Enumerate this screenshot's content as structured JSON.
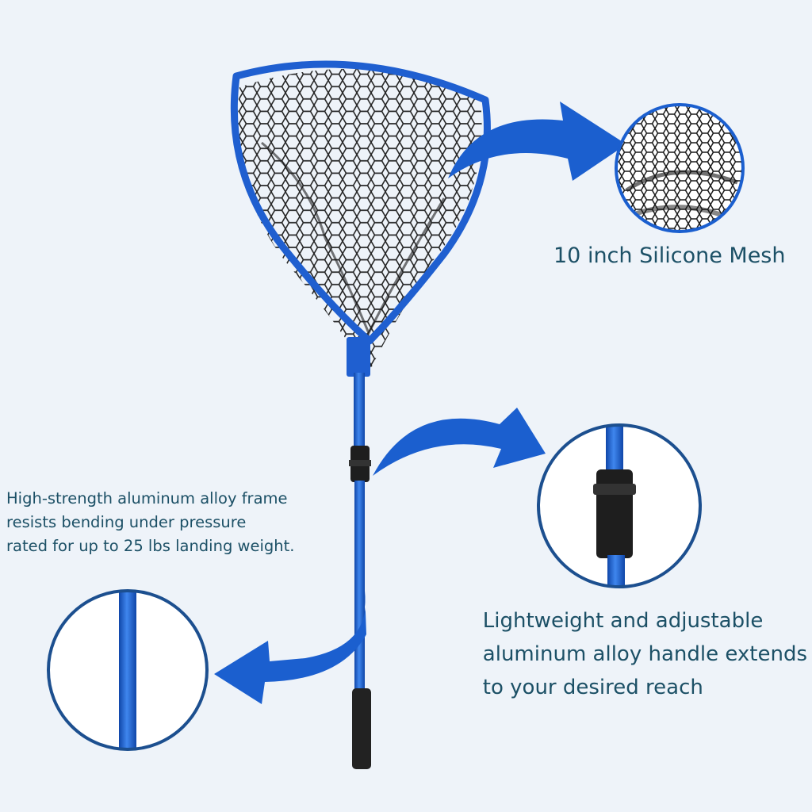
{
  "captions": {
    "mesh": [
      "10 inch Silicone Mesh"
    ],
    "frame": [
      "High-strength aluminum alloy frame",
      "resists bending under pressure",
      "rated for up to 25 lbs landing weight."
    ],
    "handle": [
      "Lightweight and adjustable",
      "aluminum alloy handle extends",
      "to your desired reach"
    ]
  },
  "colors": {
    "background": "#eef3f9",
    "frame_blue": "#1f5fd0",
    "arrow_blue": "#1b5fcf",
    "mesh": "#1a1a1a",
    "text": "#1c5066",
    "grip": "#222222"
  },
  "icons": [
    "landing-net-illustration",
    "mesh-detail-circle",
    "handle-joint-detail-circle",
    "pole-detail-circle",
    "curved-arrow-icon"
  ]
}
